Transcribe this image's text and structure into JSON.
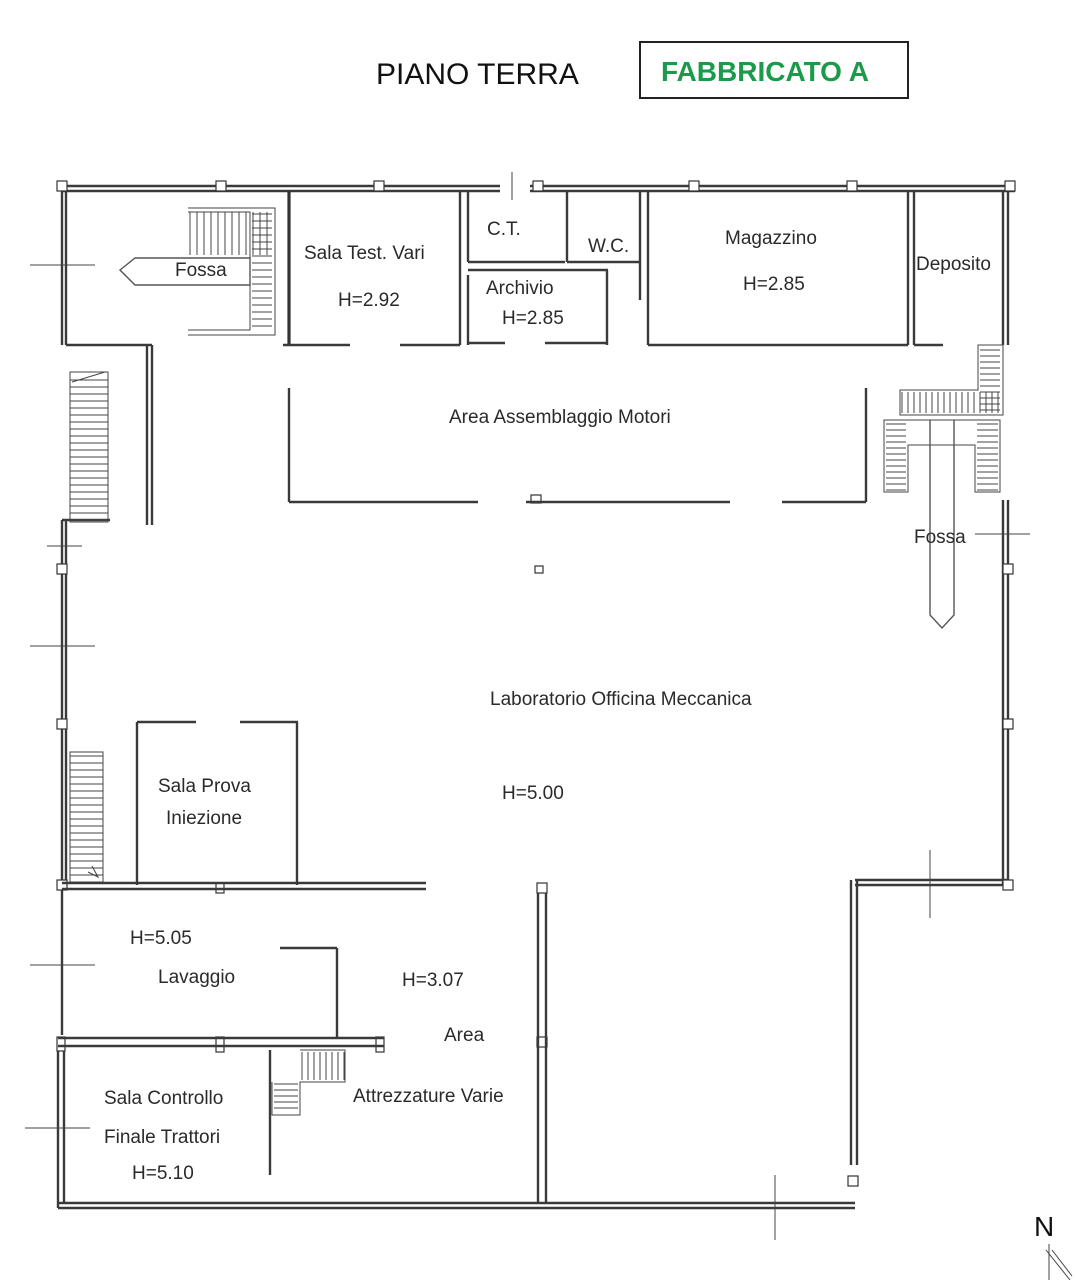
{
  "header": {
    "floor_title": "PIANO TERRA",
    "building_label": "FABBRICATO A",
    "building_color": "#1a9a4a"
  },
  "rooms": {
    "fossa_left": "Fossa",
    "sala_test_name": "Sala Test. Vari",
    "sala_test_height": "H=2.92",
    "ct": "C.T.",
    "wc": "W.C.",
    "archivio_name": "Archivio",
    "archivio_height": "H=2.85",
    "magazzino_name": "Magazzino",
    "magazzino_height": "H=2.85",
    "deposito": "Deposito",
    "area_assemblaggio": "Area Assemblaggio Motori",
    "fossa_right": "Fossa",
    "laboratorio_name": "Laboratorio Officina Meccanica",
    "laboratorio_height": "H=5.00",
    "sala_prova_line1": "Sala Prova",
    "sala_prova_line2": "Iniezione",
    "lavaggio_height": "H=5.05",
    "lavaggio_name": "Lavaggio",
    "area_attrezzature_height": "H=3.07",
    "area_attrezzature_line1": "Area",
    "area_attrezzature_line2": "Attrezzature Varie",
    "sala_controllo_line1": "Sala Controllo",
    "sala_controllo_line2": "Finale Trattori",
    "sala_controllo_height": "H=5.10"
  },
  "north_label": "N",
  "icons": {
    "north_arrow": "north-arrow-icon",
    "stairs": "stairs-icon"
  }
}
